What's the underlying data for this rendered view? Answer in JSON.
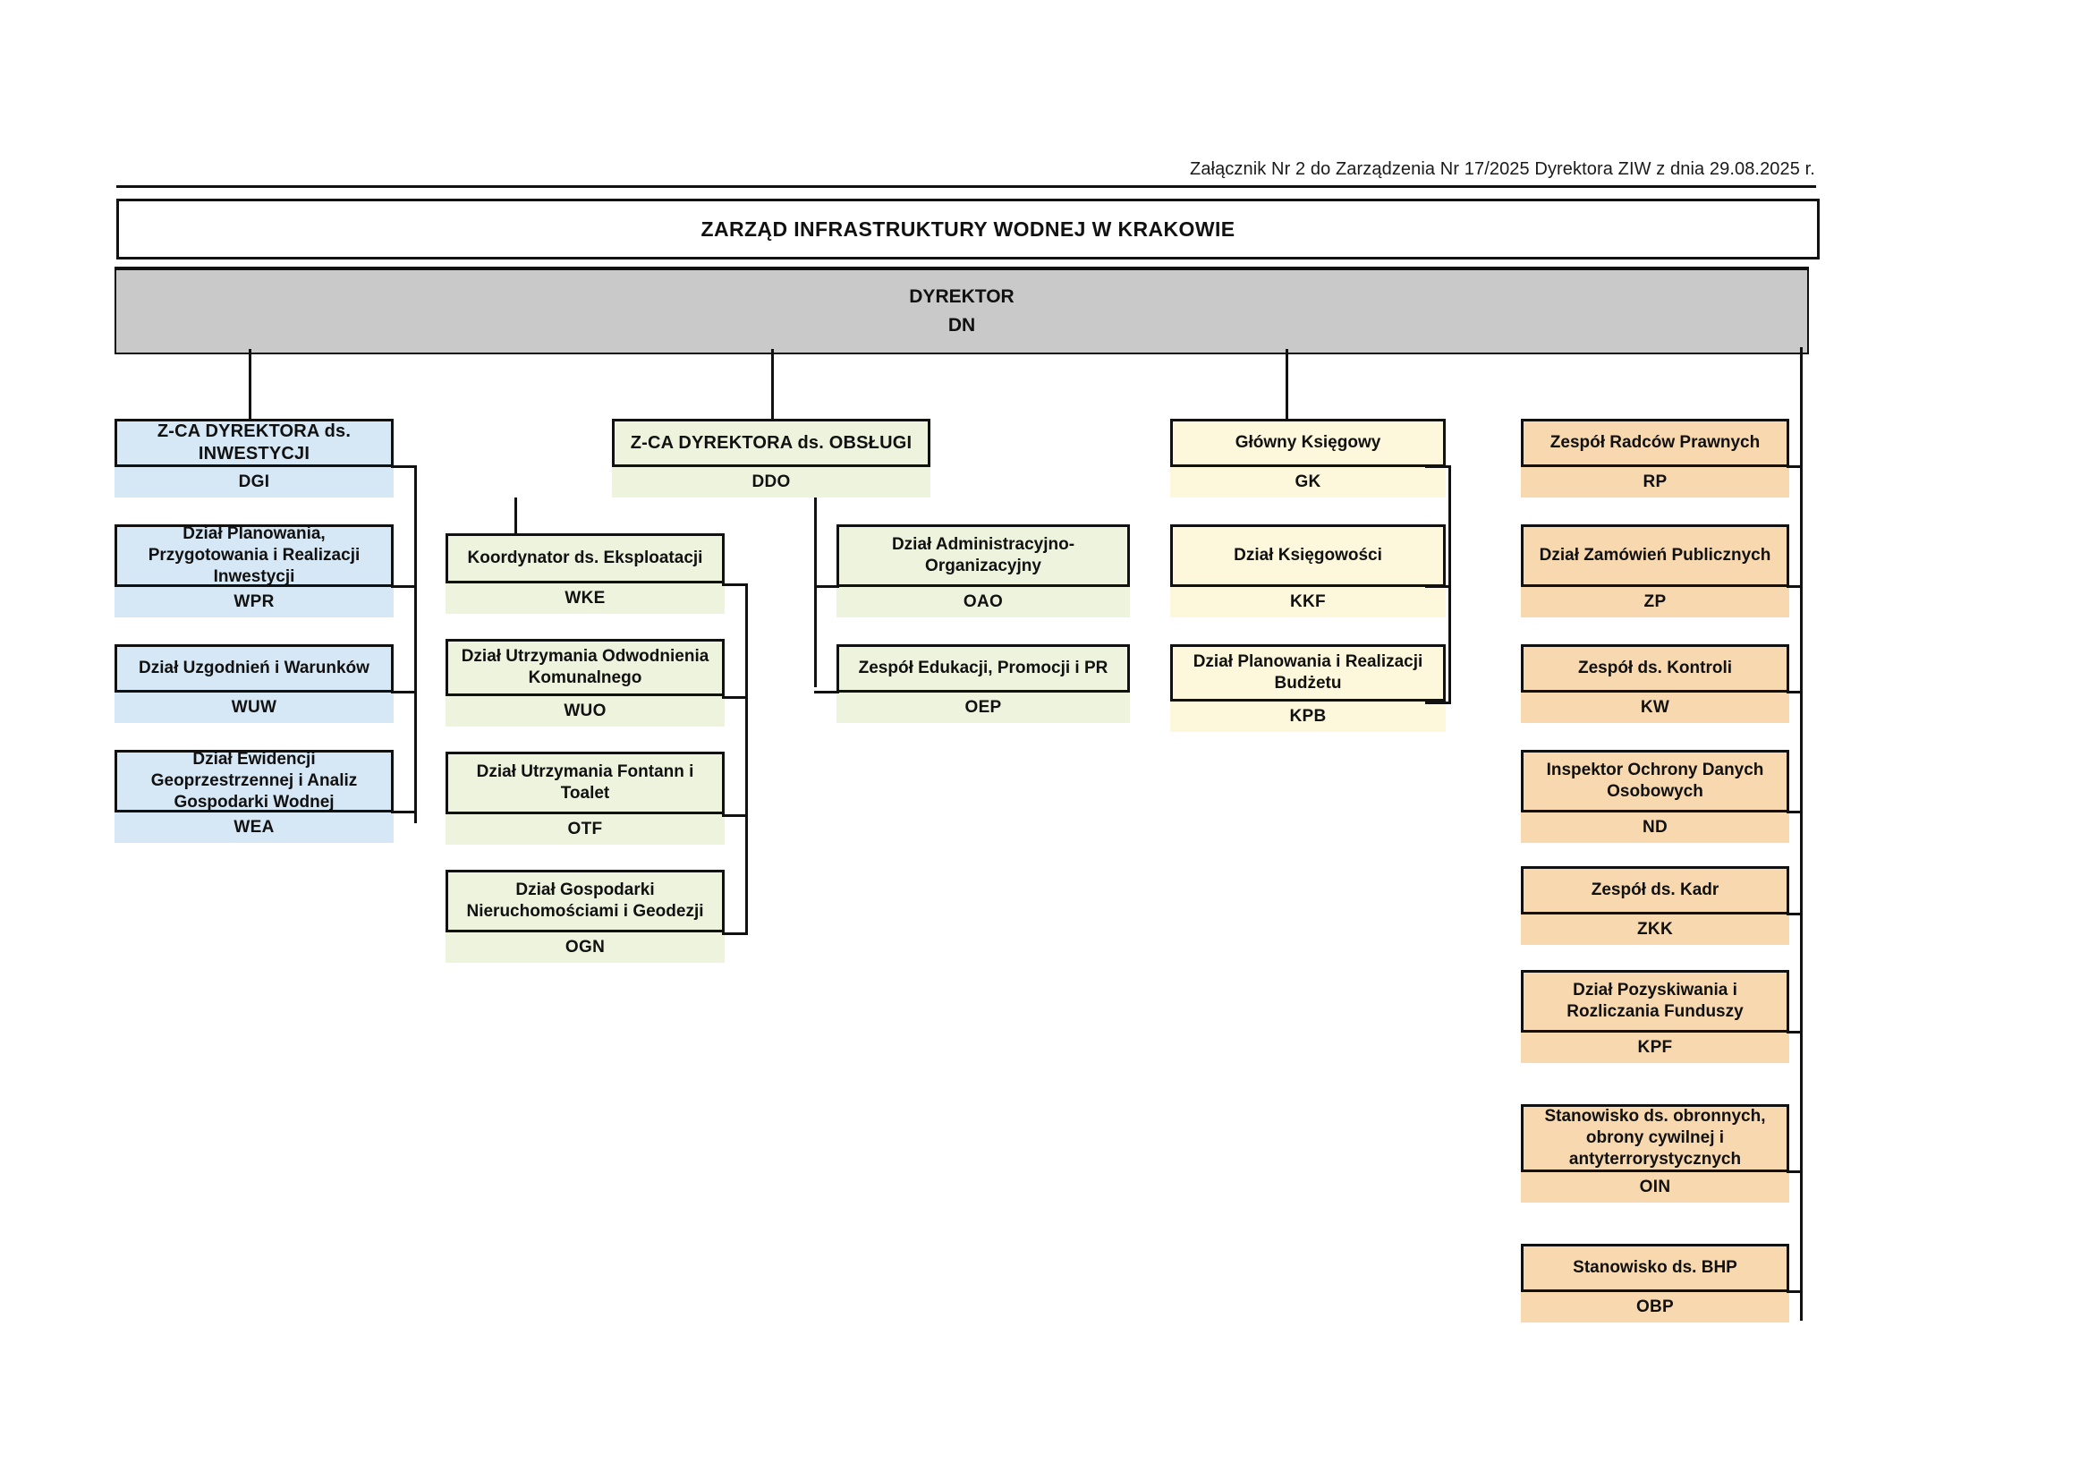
{
  "document": {
    "reference": "Załącznik Nr 2 do Zarządzenia Nr 17/2025 Dyrektora ZIW z dnia 29.08.2025 r.",
    "title": "ZARZĄD INFRASTRUKTURY WODNEJ W KRAKOWIE"
  },
  "root": {
    "name": "DYREKTOR",
    "code": "DN"
  },
  "colors": {
    "blue": "#d6e7f5",
    "green": "#eef3de",
    "yellow": "#fdf8db",
    "orange": "#f8d8af",
    "director_gray": "#c9c9c9",
    "line": "#111111"
  },
  "branches": [
    {
      "key": "investments",
      "color": "blue",
      "head": {
        "name": "Z-CA DYREKTORA ds. INWESTYCJI",
        "code": "DGI"
      },
      "children": [
        {
          "name": "Dział Planowania, Przygotowania i Realizacji Inwestycji",
          "code": "WPR"
        },
        {
          "name": "Dział Uzgodnień i Warunków",
          "code": "WUW"
        },
        {
          "name": "Dział Ewidencji Geoprzestrzennej i Analiz Gospodarki Wodnej",
          "code": "WEA"
        }
      ]
    },
    {
      "key": "service",
      "color": "green",
      "head": {
        "name": "Z-CA DYREKTORA ds. OBSŁUGI",
        "code": "DDO"
      },
      "children_left": [
        {
          "name": "Koordynator ds. Eksploatacji",
          "code": "WKE"
        },
        {
          "name": "Dział Utrzymania Odwodnienia Komunalnego",
          "code": "WUO"
        },
        {
          "name": "Dział Utrzymania Fontann i Toalet",
          "code": "OTF"
        },
        {
          "name": "Dział Gospodarki Nieruchomościami i Geodezji",
          "code": "OGN"
        }
      ],
      "children_right": [
        {
          "name": "Dział Administracyjno-Organizacyjny",
          "code": "OAO"
        },
        {
          "name": "Zespół Edukacji, Promocji i PR",
          "code": "OEP"
        }
      ]
    },
    {
      "key": "accounting",
      "color": "yellow",
      "head": {
        "name": "Główny Księgowy",
        "code": "GK"
      },
      "children": [
        {
          "name": "Dział Księgowości",
          "code": "KKF"
        },
        {
          "name": "Dział Planowania i Realizacji Budżetu",
          "code": "KPB"
        }
      ]
    },
    {
      "key": "staff_units",
      "color": "orange",
      "children": [
        {
          "name": "Zespół Radców Prawnych",
          "code": "RP"
        },
        {
          "name": "Dział Zamówień Publicznych",
          "code": "ZP"
        },
        {
          "name": "Zespół ds. Kontroli",
          "code": "KW"
        },
        {
          "name": "Inspektor Ochrony Danych Osobowych",
          "code": "ND"
        },
        {
          "name": "Zespół ds. Kadr",
          "code": "ZKK"
        },
        {
          "name": "Dział Pozyskiwania i Rozliczania Funduszy",
          "code": "KPF"
        },
        {
          "name": "Stanowisko ds. obronnych, obrony cywilnej i antyterrorystycznych",
          "code": "OIN"
        },
        {
          "name": "Stanowisko ds. BHP",
          "code": "OBP"
        }
      ]
    }
  ]
}
